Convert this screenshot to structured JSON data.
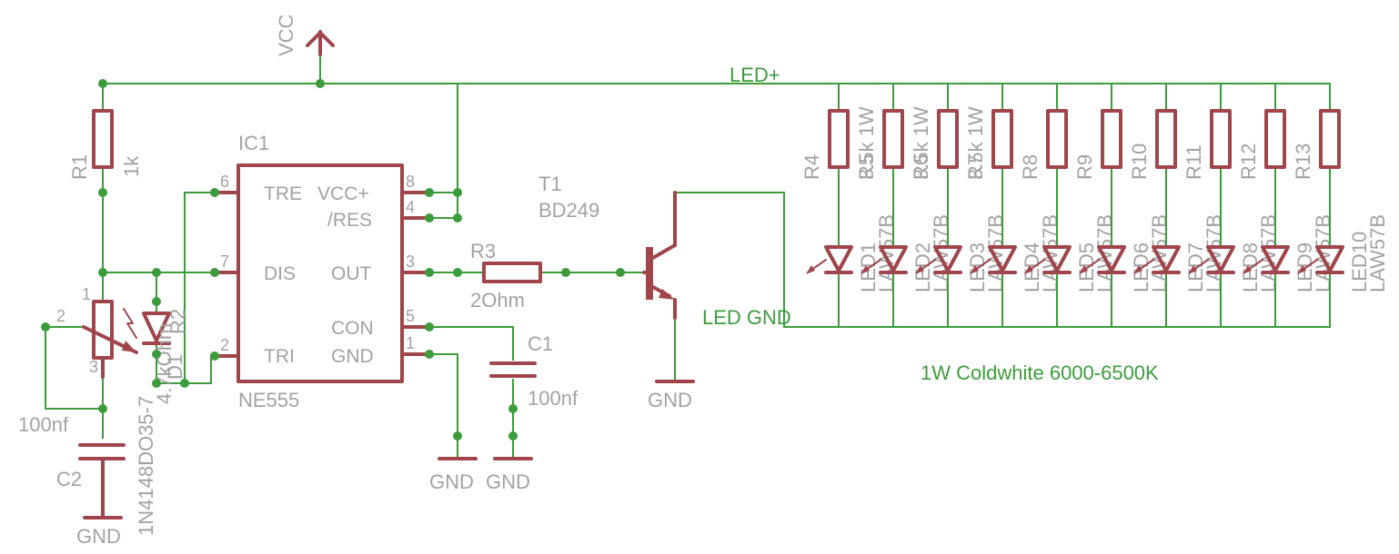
{
  "nets": {
    "vcc": "VCC",
    "led_plus": "LED+",
    "led_gnd": "LED GND",
    "gnd": "GND"
  },
  "ic1": {
    "name": "IC1",
    "value": "NE555",
    "pins": {
      "tre": "TRE",
      "vccp": "VCC+",
      "res": "/RES",
      "dis": "DIS",
      "out": "OUT",
      "con": "CON",
      "tri": "TRI",
      "gnd": "GND"
    },
    "pin_numbers": {
      "p6": "6",
      "p8": "8",
      "p4": "4",
      "p7": "7",
      "p3": "3",
      "p5": "5",
      "p2": "2",
      "p1": "1"
    }
  },
  "components": {
    "r1": {
      "name": "R1",
      "value": "1k"
    },
    "r2": {
      "name": "R2",
      "value": "4.7kOhm"
    },
    "r3": {
      "name": "R3",
      "value": "2Ohm"
    },
    "c1": {
      "name": "C1",
      "value": "100nf"
    },
    "c2": {
      "name": "C2",
      "value": "100nf"
    },
    "d1": {
      "name": "D1",
      "value": "1N4148DO35-7"
    },
    "t1": {
      "name": "T1",
      "value": "BD249"
    },
    "pot_pins": {
      "p1": "1",
      "p2": "2",
      "p3": "3"
    }
  },
  "resistors": [
    {
      "name": "R4",
      "value": "3.5k 1W"
    },
    {
      "name": "R5",
      "value": "3.5k 1W"
    },
    {
      "name": "R6",
      "value": "3.5k 1W"
    },
    {
      "name": "R7",
      "value": ""
    },
    {
      "name": "R8",
      "value": ""
    },
    {
      "name": "R9",
      "value": ""
    },
    {
      "name": "R10",
      "value": ""
    },
    {
      "name": "R11",
      "value": ""
    },
    {
      "name": "R12",
      "value": ""
    },
    {
      "name": "R13",
      "value": ""
    }
  ],
  "leds": [
    {
      "name": "LED1",
      "value": "LAW57B"
    },
    {
      "name": "LED2",
      "value": "LAW57B"
    },
    {
      "name": "LED3",
      "value": "LAW57B"
    },
    {
      "name": "LED4",
      "value": "LAW57B"
    },
    {
      "name": "LED5",
      "value": "LAW57B"
    },
    {
      "name": "LED6",
      "value": "LAW57B"
    },
    {
      "name": "LED7",
      "value": "LAW57B"
    },
    {
      "name": "LED8",
      "value": "LAW57B"
    },
    {
      "name": "LED9",
      "value": "LAW57B"
    },
    {
      "name": "LED10",
      "value": "LAW57B"
    }
  ],
  "note": "1W Coldwhite 6000-6500K",
  "colors": {
    "wire": "#3c9c3c",
    "component": "#a0464b",
    "label": "#a2a2a2"
  }
}
